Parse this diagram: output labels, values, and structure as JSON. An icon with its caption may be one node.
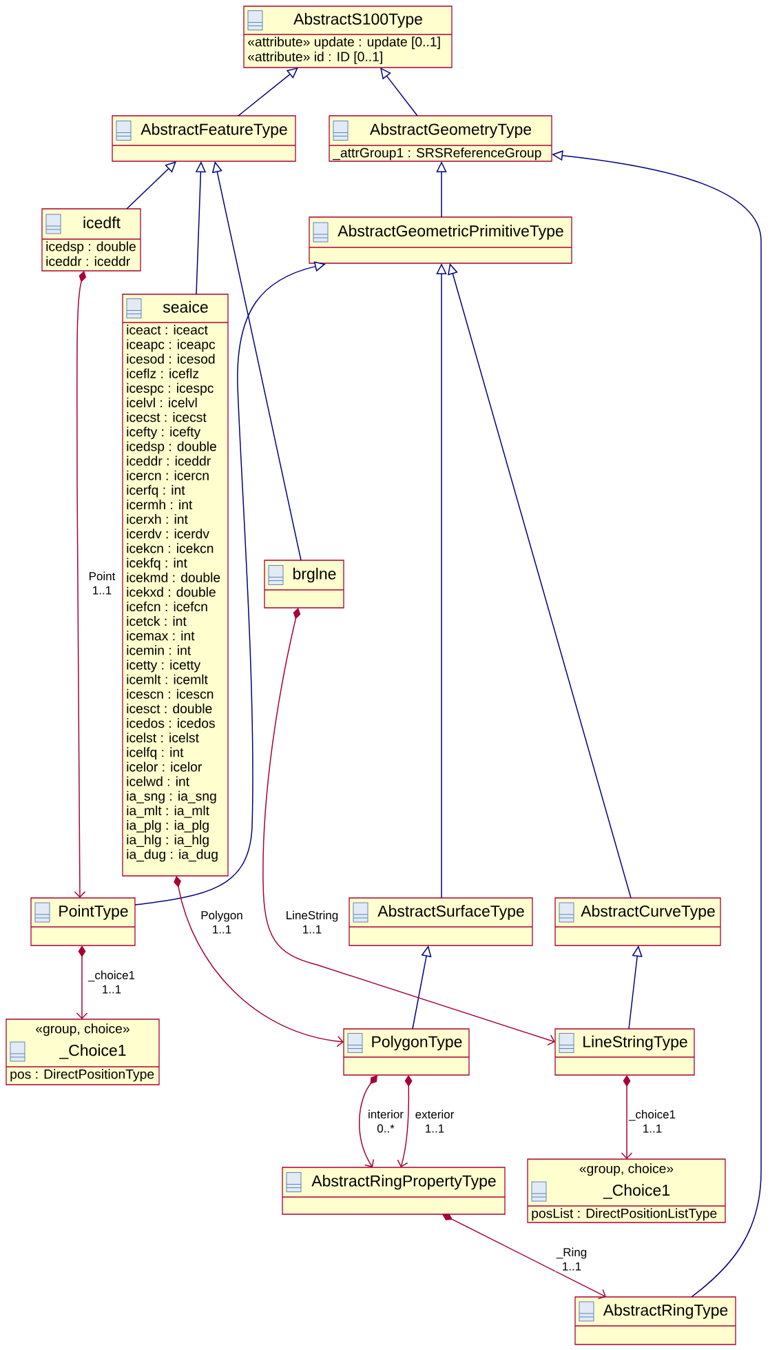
{
  "diagram": {
    "nodes": [
      {
        "text": [
          "AbstractS100Type",
          "«attribute» update : update [0..1]",
          "«attribute» id : ID [0..1]"
        ]
      },
      {
        "text": [
          "AbstractFeatureType"
        ]
      },
      {
        "text": [
          "AbstractGeometryType",
          "_attrGroup1 : SRSReferenceGroup"
        ]
      },
      {
        "text": [
          "icedft",
          "icedsp : double",
          "iceddr : iceddr"
        ]
      },
      {
        "text": [
          "AbstractGeometricPrimitiveType"
        ]
      },
      {
        "text": [
          "seaice",
          "iceact : iceact",
          "iceapc : iceapc",
          "icesod : icesod",
          "iceflz : iceflz",
          "icespc : icespc",
          "icelvl : icelvl",
          "icecst : icecst",
          "icefty : icefty",
          "icedsp : double",
          "iceddr : iceddr",
          "icercn : icercn",
          "icerfq : int",
          "icermh : int",
          "icerxh : int",
          "icerdv : icerdv",
          "icekcn : icekcn",
          "icekfq : int",
          "icekmd : double",
          "icekxd : double",
          "icefcn : icefcn",
          "icetck : int",
          "icemax : int",
          "icemin : int",
          "icetty : icetty",
          "icemlt : icemlt",
          "icescn : icescn",
          "icesct : double",
          "icedos : icedos",
          "icelst : icelst",
          "icelfq : int",
          "icelor : icelor",
          "icelwd : int",
          "ia_sng : ia_sng",
          "ia_mlt : ia_mlt",
          "ia_plg : ia_plg",
          "ia_hlg : ia_hlg",
          "ia_dug : ia_dug"
        ]
      },
      {
        "text": [
          "brglne"
        ]
      },
      {
        "text": [
          "PointType"
        ]
      },
      {
        "text": [
          "AbstractSurfaceType"
        ]
      },
      {
        "text": [
          "AbstractCurveType"
        ]
      },
      {
        "text": [
          "«group, choice»",
          "_Choice1",
          "pos : DirectPositionType"
        ]
      },
      {
        "text": [
          "PolygonType"
        ]
      },
      {
        "text": [
          "LineStringType"
        ]
      },
      {
        "text": [
          "AbstractRingPropertyType"
        ]
      },
      {
        "text": [
          "«group, choice»",
          "_Choice1",
          "posList : DirectPositionListType"
        ]
      },
      {
        "text": [
          "AbstractRingType"
        ]
      }
    ],
    "edges": [
      {
        "from": 1,
        "to": 0,
        "arrow": "to"
      },
      {
        "from": 2,
        "to": 0,
        "arrow": "to"
      },
      {
        "from": 3,
        "to": 1,
        "arrow": "to"
      },
      {
        "from": 5,
        "to": 1,
        "arrow": "to"
      },
      {
        "from": 6,
        "to": 1,
        "arrow": "to"
      },
      {
        "from": 4,
        "to": 2,
        "arrow": "to"
      },
      {
        "from": 15,
        "to": 2,
        "arrow": "to"
      },
      {
        "from": 7,
        "to": 4,
        "arrow": "to"
      },
      {
        "from": 8,
        "to": 4,
        "arrow": "to"
      },
      {
        "from": 9,
        "to": 4,
        "arrow": "to"
      },
      {
        "from": 11,
        "to": 8,
        "arrow": "to"
      },
      {
        "from": 12,
        "to": 9,
        "arrow": "to"
      },
      {
        "from": 3,
        "to": 7,
        "arrow": "to",
        "label": "Point 1..1",
        "color": "#a80036"
      },
      {
        "from": 5,
        "to": 11,
        "arrow": "to",
        "label": "Polygon 1..1",
        "color": "#a80036"
      },
      {
        "from": 6,
        "to": 12,
        "arrow": "to",
        "label": "LineString 1..1",
        "color": "#a80036"
      },
      {
        "from": 7,
        "to": 10,
        "arrow": "to",
        "label": "_choice1 1..1",
        "color": "#a80036"
      },
      {
        "from": 11,
        "to": 13,
        "arrow": "to",
        "label": "interior 0..*",
        "color": "#a80036"
      },
      {
        "from": 11,
        "to": 13,
        "arrow": "to",
        "label": "exterior 1..1",
        "color": "#a80036"
      },
      {
        "from": 12,
        "to": 14,
        "arrow": "to",
        "label": "_choice1 1..1",
        "color": "#a80036"
      },
      {
        "from": 13,
        "to": 15,
        "arrow": "to",
        "label": "_Ring 1..1",
        "color": "#a80036"
      }
    ]
  }
}
